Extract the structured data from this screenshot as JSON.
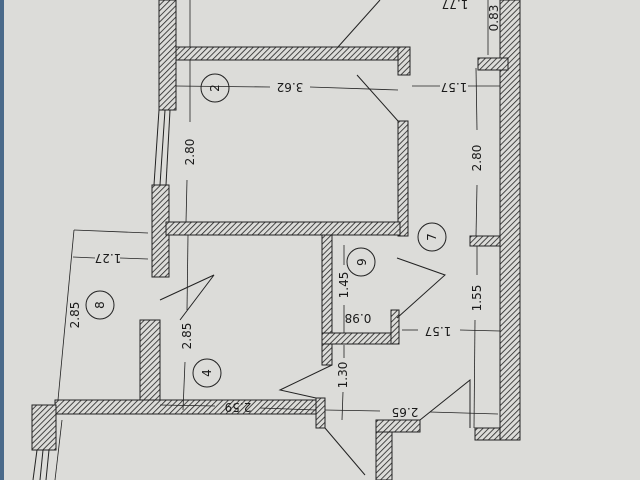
{
  "rooms": [
    {
      "number": "2"
    },
    {
      "number": "8"
    },
    {
      "number": "4"
    },
    {
      "number": "6"
    },
    {
      "number": "7"
    }
  ],
  "dimensions": {
    "d_1_77": "1.77",
    "d_0_83": "0.83",
    "d_3_62": "3.62",
    "d_1_57_top": "1.57",
    "d_2_80_left": "2.80",
    "d_2_80_right": "2.80",
    "d_1_27": "1.27",
    "d_2_85_outer": "2.85",
    "d_2_85_inner": "2.85",
    "d_1_45": "1.45",
    "d_0_98": "0.98",
    "d_1_57_mid": "1.57",
    "d_1_55": "1.55",
    "d_1_30": "1.30",
    "d_2_59": "2.59",
    "d_2_65": "2.65"
  },
  "colors": {
    "paper": "#dcdcd9",
    "ink": "#1a1a1a"
  }
}
